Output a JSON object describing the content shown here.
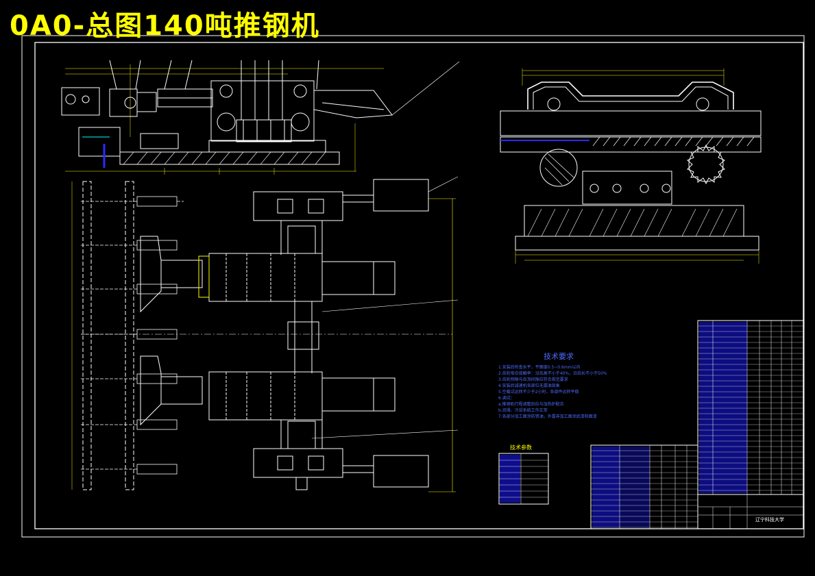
{
  "title": "0A0-总图140吨推钢机",
  "technical_requirements": {
    "heading": "技术要求",
    "items": [
      "1.安装后检查水平，平面度0.5~0.6mm以内",
      "2.齿轮啮合接触率：沿齿高不小于40%，沿齿长不小于50%",
      "3.齿轮侧隙与齿顶间隙应符合规范要求",
      "4.安装后减速机各部位无漏油现象",
      "5.空载试运转不少于2小时，各部件运转平稳",
      "6.调试：",
      "   a.推钢机行程调整后应与加热炉配合",
      "   b.润滑、冷却系统工作正常",
      "7.各部分加工面涂防锈油，外露非加工面涂底漆和面漆"
    ]
  },
  "tech_params": {
    "heading": "技术参数"
  },
  "school": "辽宁科技大学",
  "colors": {
    "background": "#000000",
    "title": "#ffff00",
    "line": "#ffffff",
    "dim": "#ffff00",
    "blue": "#2a2aff",
    "cyan": "#00ffff"
  }
}
